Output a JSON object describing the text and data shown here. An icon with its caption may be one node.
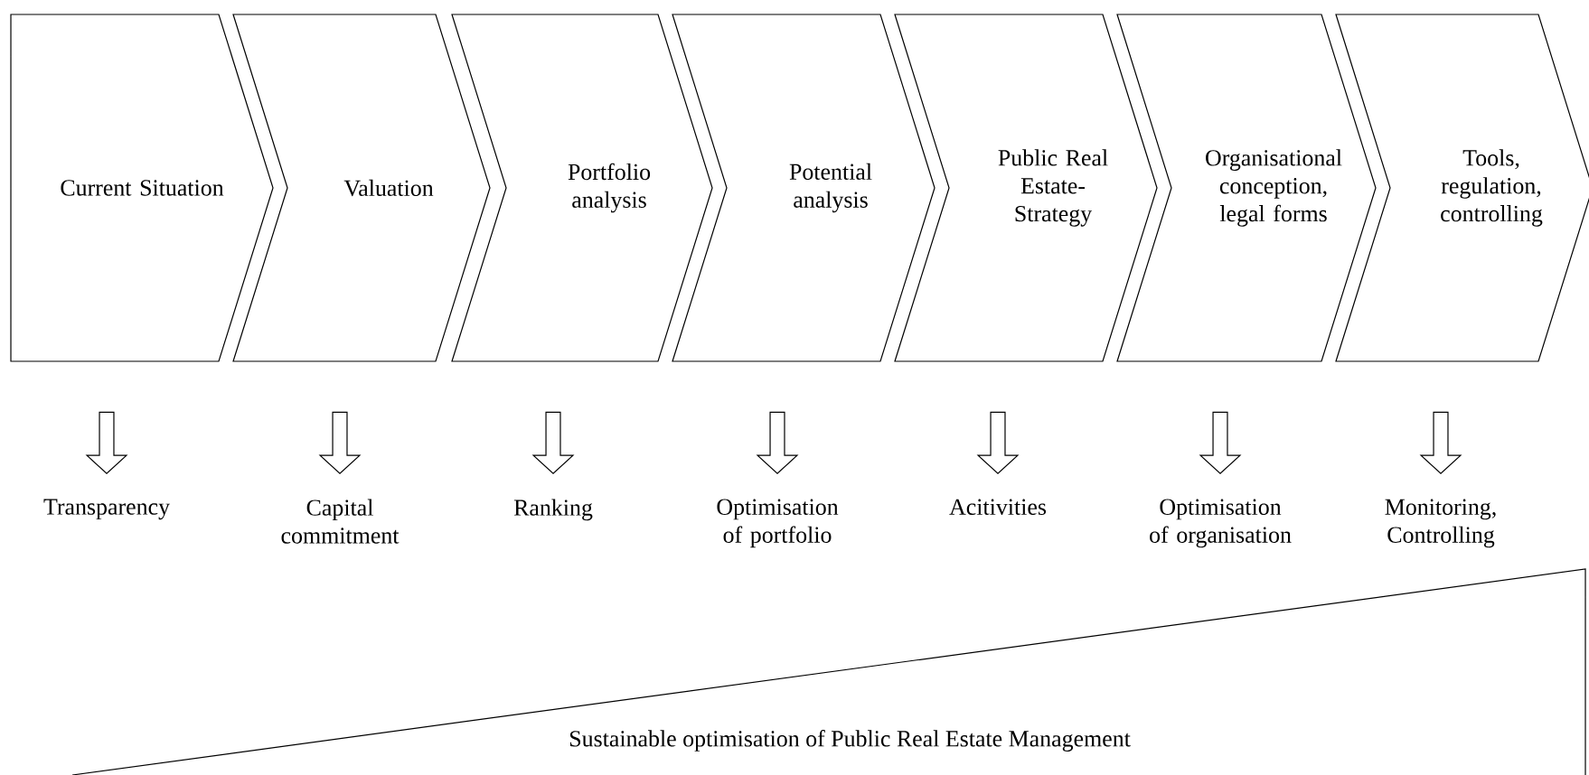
{
  "diagram": {
    "nodes": [
      {
        "text": [
          "Current Situation"
        ]
      },
      {
        "text": [
          "Valuation"
        ]
      },
      {
        "text": [
          "Portfolio analysis"
        ]
      },
      {
        "text": [
          "Potential analysis"
        ]
      },
      {
        "text": [
          "Public Real Estate-Strategy"
        ]
      },
      {
        "text": [
          "Organisational conception, legal forms"
        ]
      },
      {
        "text": [
          "Tools, regulation, controlling"
        ]
      },
      {
        "text": [
          "Transparency"
        ]
      },
      {
        "text": [
          "Capital commitment"
        ]
      },
      {
        "text": [
          "Ranking"
        ]
      },
      {
        "text": [
          "Optimisation of portfolio"
        ]
      },
      {
        "text": [
          "Acitivities"
        ]
      },
      {
        "text": [
          "Optimisation of organisation"
        ]
      },
      {
        "text": [
          "Monitoring, Controlling"
        ]
      },
      {
        "text": [
          "Sustainable optimisation of Public Real Estate Management"
        ]
      }
    ],
    "edges": [
      {
        "from": 0,
        "to": 7,
        "arrow": "to"
      },
      {
        "from": 1,
        "to": 8,
        "arrow": "to"
      },
      {
        "from": 2,
        "to": 9,
        "arrow": "to"
      },
      {
        "from": 3,
        "to": 10,
        "arrow": "to"
      },
      {
        "from": 4,
        "to": 11,
        "arrow": "to"
      },
      {
        "from": 5,
        "to": 12,
        "arrow": "to"
      },
      {
        "from": 6,
        "to": 13,
        "arrow": "to"
      }
    ]
  }
}
